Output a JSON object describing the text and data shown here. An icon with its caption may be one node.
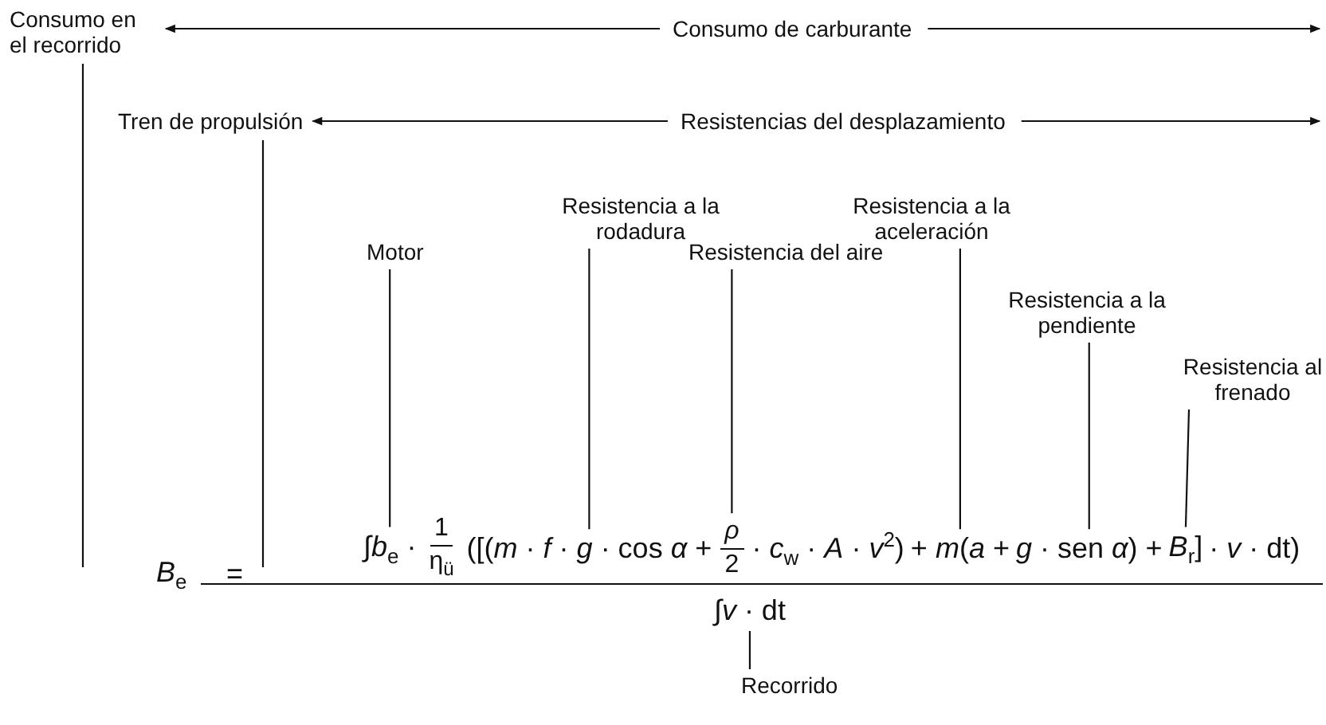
{
  "diagram": {
    "nodes": [
      {
        "text": [
          "Consumo en el recorrido"
        ]
      },
      {
        "text": [
          "Consumo de carburante"
        ]
      },
      {
        "text": [
          "Tren de propulsión"
        ]
      },
      {
        "text": [
          "Resistencias del desplazamiento"
        ]
      },
      {
        "text": [
          "Motor"
        ]
      },
      {
        "text": [
          "Resistencia a la rodadura"
        ]
      },
      {
        "text": [
          "Resistencia del aire"
        ]
      },
      {
        "text": [
          "Resistencia a la aceleración"
        ]
      },
      {
        "text": [
          "Resistencia a la pendiente"
        ]
      },
      {
        "text": [
          "Resistencia al frenado"
        ]
      },
      {
        "text": [
          "Recorrido"
        ]
      },
      {
        "text": [
          "*B*$_{e}$"
        ]
      },
      {
        "text": [
          "∫*b*$_{e}$ ·"
        ]
      },
      {
        "text": [
          "1",
          "η$_{ü}$"
        ]
      },
      {
        "text": [
          "([(*m* · *f* · *g* · cos *α* +"
        ]
      },
      {
        "text": [
          "*ρ*",
          "2"
        ]
      },
      {
        "text": [
          "+ *m*(*a* +"
        ]
      },
      {
        "text": [
          "*g* · sen *α*) +"
        ]
      },
      {
        "text": [
          "*B*$_{r}$]"
        ]
      },
      {
        "text": [
          "∫*v* · dt"
        ]
      }
    ],
    "edges": [
      {
        "from": 1,
        "to": 0,
        "arrow": "to"
      },
      {
        "from": 1,
        "to": null,
        "arrow": "to"
      },
      {
        "from": 3,
        "to": 2,
        "arrow": "to"
      },
      {
        "from": 3,
        "to": null,
        "arrow": "to"
      },
      {
        "from": 0,
        "to": null,
        "arrow": "none"
      },
      {
        "from": 2,
        "to": null,
        "arrow": "none"
      },
      {
        "from": 4,
        "to": 12,
        "arrow": "none"
      },
      {
        "from": 5,
        "to": 14,
        "arrow": "none"
      },
      {
        "from": 6,
        "to": 15,
        "arrow": "none"
      },
      {
        "from": 7,
        "to": 16,
        "arrow": "none"
      },
      {
        "from": 8,
        "to": 17,
        "arrow": "none"
      },
      {
        "from": 9,
        "to": 18,
        "arrow": "none"
      },
      {
        "from": 10,
        "to": 19,
        "arrow": "none"
      }
    ],
    "labels": [
      "=",
      "· *c*$_{w}$ · *A* · *v*$^{2}$)",
      "· *v* · dt)"
    ]
  }
}
